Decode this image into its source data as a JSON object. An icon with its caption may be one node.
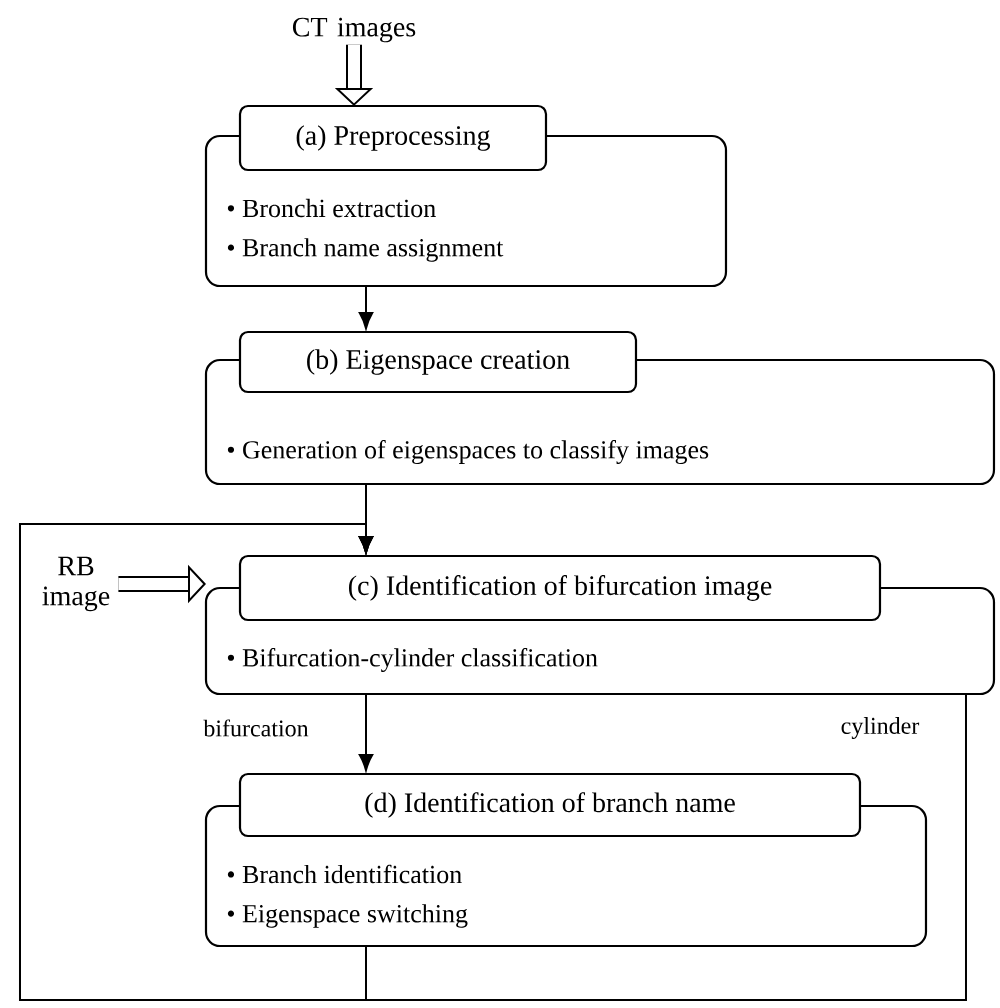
{
  "diagram": {
    "nodes": [
      {
        "text": [
          "CT images"
        ]
      },
      {
        "text": [
          "(a) Preprocessing",
          "• Bronchi extraction",
          "• Branch name assignment"
        ]
      },
      {
        "text": [
          "(b) Eigenspace creation",
          "• Generation of eigenspaces to classify images"
        ]
      },
      {
        "text": [
          "(c) Identification of bifurcation image",
          "• Bifurcation-cylinder classification"
        ]
      },
      {
        "text": [
          "(d) Identification of branch name",
          "• Branch identification",
          "• Eigenspace switching"
        ]
      },
      {
        "text": [
          "RB image"
        ]
      }
    ],
    "edges": [
      {
        "from": 0,
        "to": 1,
        "arrow": "to",
        "style": "thick"
      },
      {
        "from": 1,
        "to": 2,
        "arrow": "to"
      },
      {
        "from": 2,
        "to": 3,
        "arrow": "to"
      },
      {
        "from": 3,
        "to": 4,
        "arrow": "to",
        "label": "bifurcation"
      },
      {
        "from": 3,
        "to": 3,
        "arrow": "to",
        "label": "cylinder"
      },
      {
        "from": 4,
        "to": 3,
        "arrow": "to"
      },
      {
        "from": 5,
        "to": 3,
        "arrow": "to",
        "style": "thick"
      }
    ]
  }
}
